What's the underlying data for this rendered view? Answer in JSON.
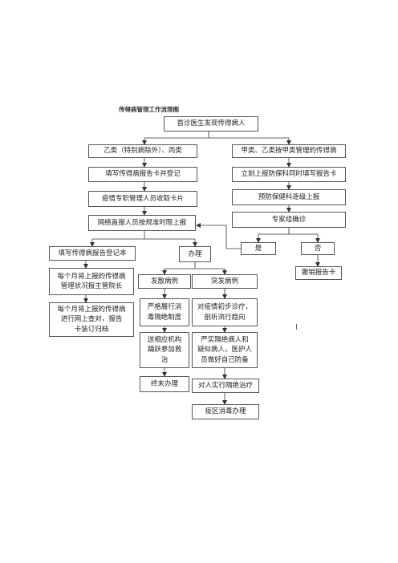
{
  "title": "传得病管理工作流理图",
  "nodes": {
    "start": "首诊医生发现传得病人",
    "class_b_c": "乙类（特别病除外）、丙类",
    "class_a": "甲类、乙类按甲类管理的传得病",
    "fill_report": "填写传得病报告卡并登记",
    "immediate_report": "立刻上报防保科同时填写报告卡",
    "collect_cards": "疫情专职管理人员收取卡片",
    "escalate": "预防保健科逐级上报",
    "online_report": "网络直报人员按规准时限上报",
    "expert": "专家组确诊",
    "yes": "是",
    "no": "否",
    "register_book": "填写传得病报告登记本",
    "handle": "办理",
    "cancel": "撤销报告卡",
    "monthly_report": "每个月将上报的传得病\n管理状况报主管院长",
    "monthly_archive": "每个月将上报的传得病\n进行网上查对，报告\n卡装订归档",
    "sporadic": "发散病例",
    "outbreak": "突发病例",
    "strict": "严格履行消\n毒隔绝制度",
    "survey": "对疫情初步诊疗，\n剖析流行趋向",
    "transfer": "送相应机构\n踊跃参加救\n治",
    "isolate_staff": "严实隔绝病人和\n疑似病人，医护人\n员做好自己防备",
    "end": "终末办理",
    "isolation_treat": "对人实行隔绝治疗",
    "disinfect": "疫区消毒办理"
  }
}
